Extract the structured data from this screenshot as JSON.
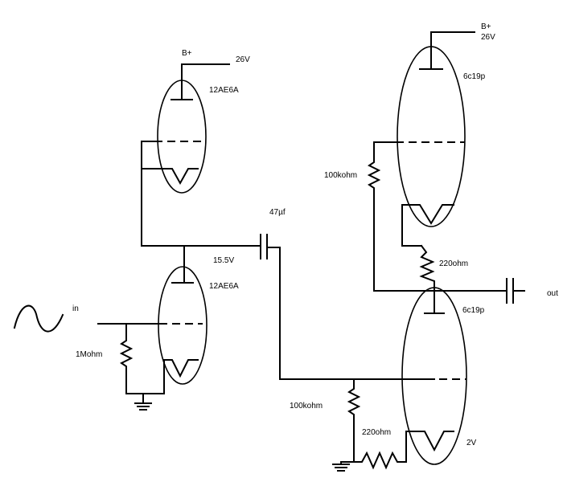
{
  "labels": {
    "bplus_top_left": "B+",
    "v26_top_left": "26V",
    "tube_top_left": "12AE6A",
    "bplus_top_right": "B+",
    "v26_top_right": "26V",
    "tube_top_right": "6c19p",
    "r_100k_upper": "100kohm",
    "cap_47uf": "47µf",
    "v15_5": "15.5V",
    "tube_bottom_left": "12AE6A",
    "in": "in",
    "r_1mohm": "1Mohm",
    "r_220_upper": "220ohm",
    "out": "out",
    "tube_bottom_right": "6c19p",
    "r_100k_lower": "100kohm",
    "r_220_lower": "220ohm",
    "v2": "2V"
  }
}
